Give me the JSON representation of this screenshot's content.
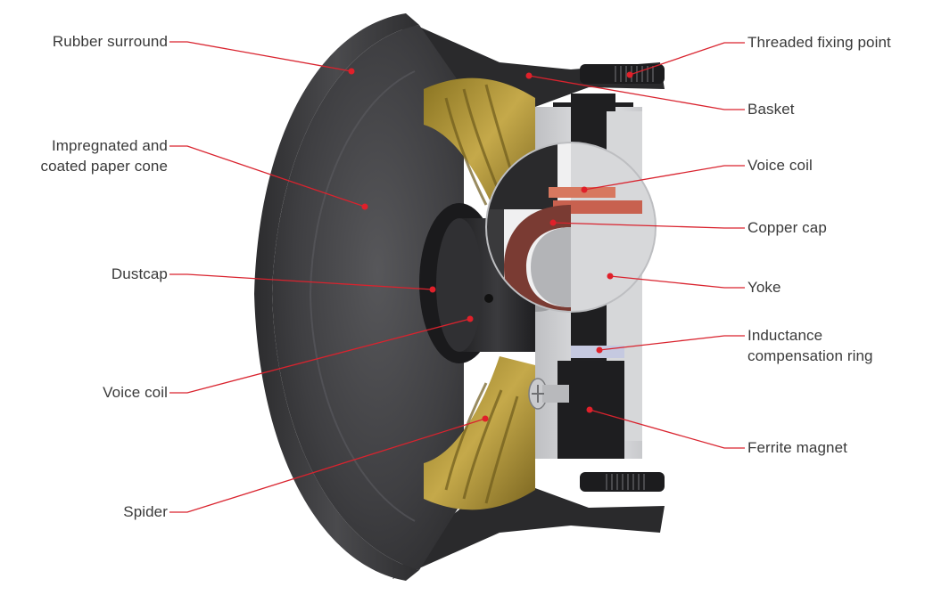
{
  "colors": {
    "leader_line": "#d9232e",
    "dot": "#e0202a",
    "cone": "#3d3d3f",
    "basket": "#2b2b2d",
    "spider": "#b69a3c",
    "yoke": "#d3d4d6",
    "copper": "#b8584e",
    "magnet": "#1f1f21"
  },
  "labels": {
    "rubber_surround": "Rubber surround",
    "cone_line1": "Impregnated and",
    "cone_line2": "coated paper cone",
    "dustcap": "Dustcap",
    "voice_coil_left": "Voice coil",
    "spider": "Spider",
    "threaded_fixing_point": "Threaded fixing point",
    "basket": "Basket",
    "voice_coil_right": "Voice coil",
    "copper_cap": "Copper cap",
    "yoke": "Yoke",
    "inductance_line1": "Inductance",
    "inductance_line2": "compensation ring",
    "ferrite_magnet": "Ferrite magnet"
  }
}
